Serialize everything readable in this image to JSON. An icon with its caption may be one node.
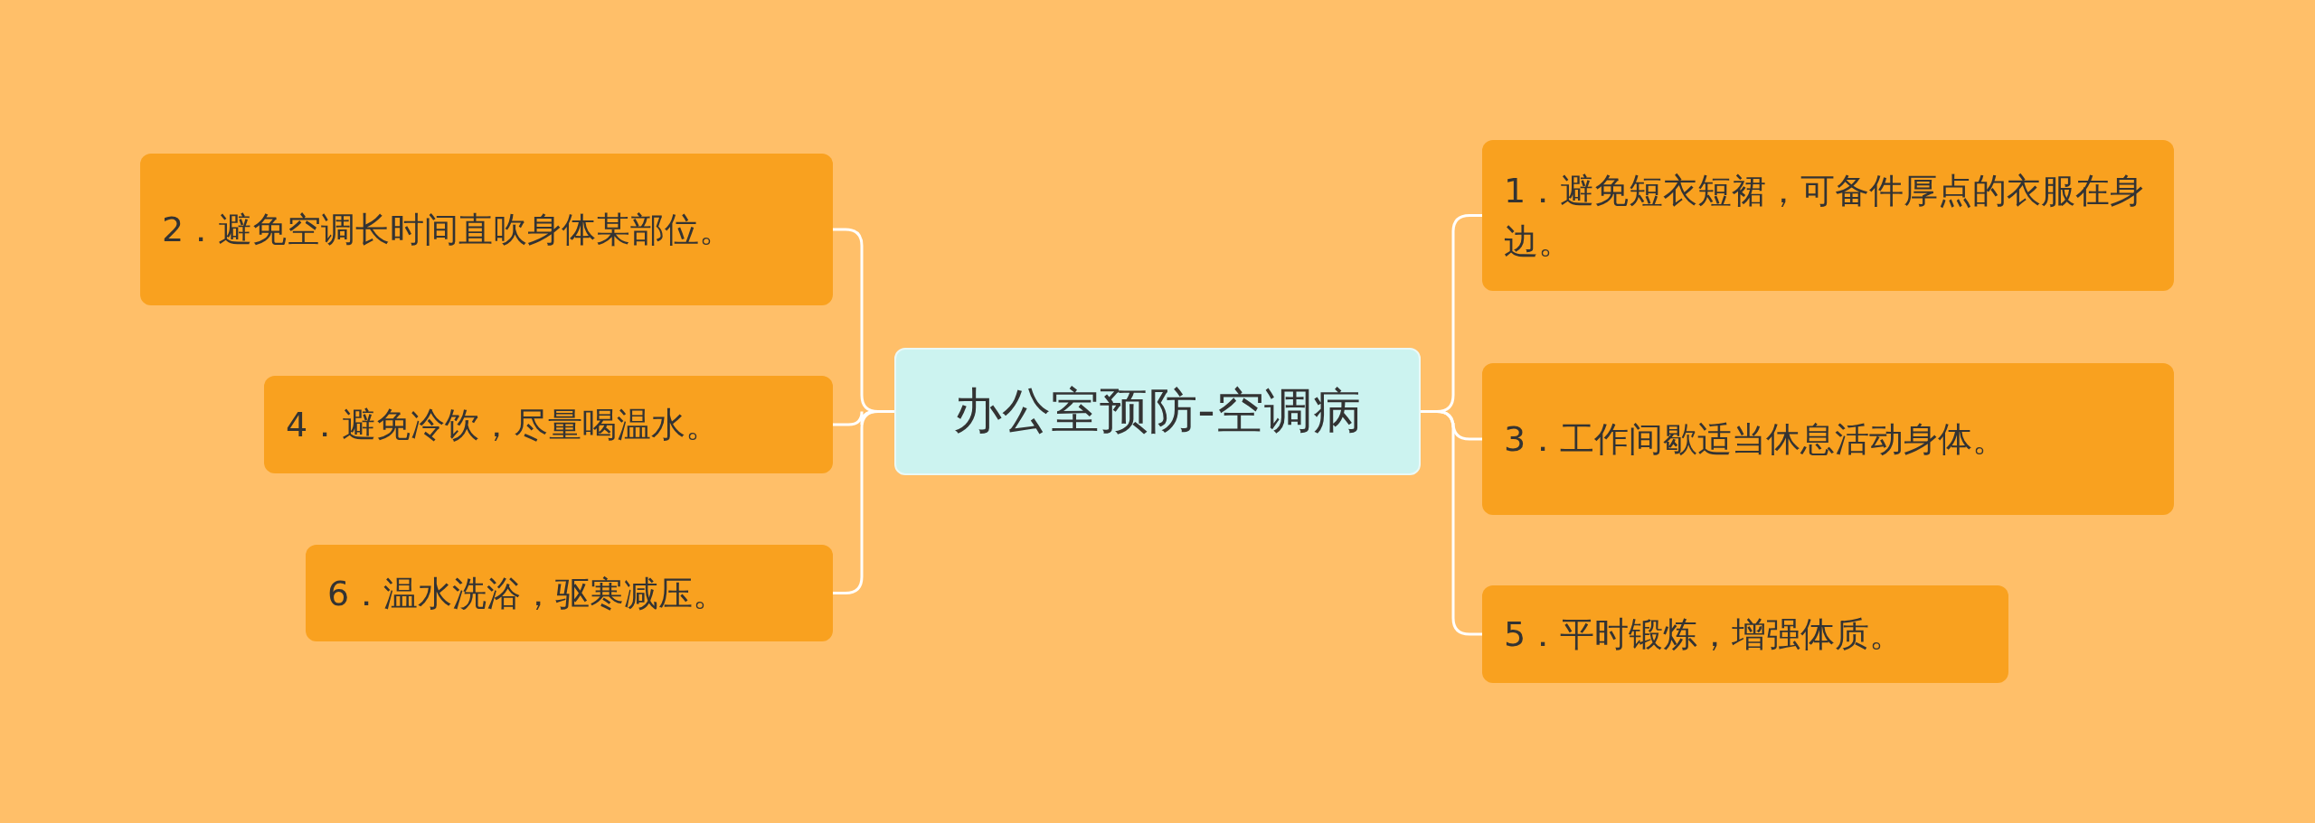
{
  "diagram": {
    "nodes": [
      {
        "text": [
          "办公室预防-空调病"
        ]
      },
      {
        "text": [
          "1．避免短衣短裙，可备件厚点的衣服在身边。"
        ]
      },
      {
        "text": [
          "2．避免空调长时间直吹身体某部位。"
        ]
      },
      {
        "text": [
          "3．工作间歇适当休息活动身体。"
        ]
      },
      {
        "text": [
          "4．避免冷饮，尽量喝温水。"
        ]
      },
      {
        "text": [
          "5．平时锻炼，增强体质。"
        ]
      },
      {
        "text": [
          "6．温水洗浴，驱寒减压。"
        ]
      }
    ],
    "edges": [
      {
        "from": 0,
        "to": 1,
        "arrow": "none"
      },
      {
        "from": 0,
        "to": 2,
        "arrow": "none"
      },
      {
        "from": 0,
        "to": 3,
        "arrow": "none"
      },
      {
        "from": 0,
        "to": 4,
        "arrow": "none"
      },
      {
        "from": 0,
        "to": 5,
        "arrow": "none"
      },
      {
        "from": 0,
        "to": 6,
        "arrow": "none"
      }
    ]
  }
}
